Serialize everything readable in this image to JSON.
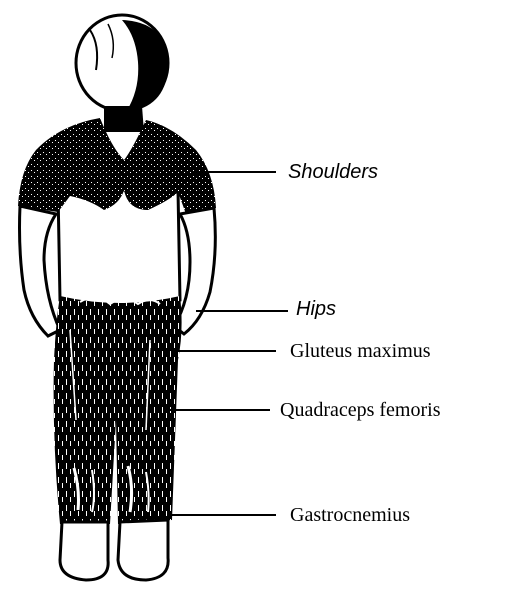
{
  "diagram": {
    "labels": {
      "shoulders": "Shoulders",
      "hips": "Hips",
      "gluteus": "Gluteus maximus",
      "quadriceps": "Quadraceps femoris",
      "gastrocnemius": "Gastrocnemius"
    },
    "colors": {
      "ink": "#000000",
      "paper": "#ffffff"
    }
  }
}
